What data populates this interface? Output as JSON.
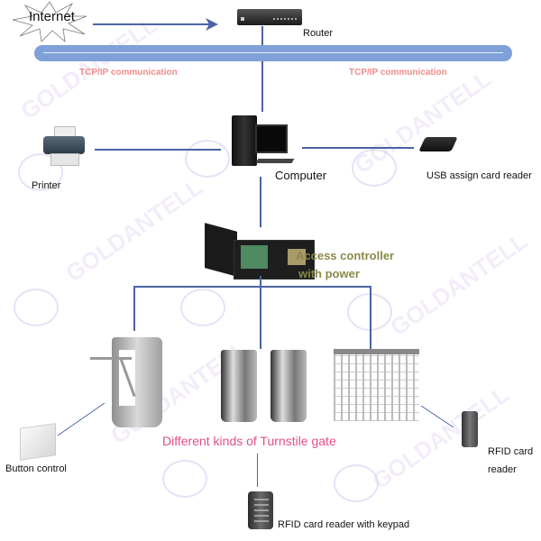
{
  "watermark": "GOLDANTELL",
  "internet": {
    "label": "Internet"
  },
  "router": {
    "label": "Router"
  },
  "bus": {
    "left_label": "TCP/IP communication",
    "right_label": "TCP/IP communication"
  },
  "printer": {
    "label": "Printer"
  },
  "computer": {
    "label": "Computer"
  },
  "usb_reader": {
    "label": "USB assign card reader"
  },
  "controller": {
    "line1": "Access controller",
    "line2": "with power"
  },
  "turnstiles": {
    "caption": "Different kinds of Turnstile gate"
  },
  "button_control": {
    "label": "Button control"
  },
  "rfid_reader": {
    "line1": "RFID card",
    "line2": "reader"
  },
  "keypad_reader": {
    "label": "RFID card reader with keypad"
  },
  "colors": {
    "connector": "#4a64a3",
    "bus": "#7fa0d8",
    "tcp_label": "#f08c8c",
    "controller_label": "#8a8a4a",
    "caption": "#e0508a"
  }
}
